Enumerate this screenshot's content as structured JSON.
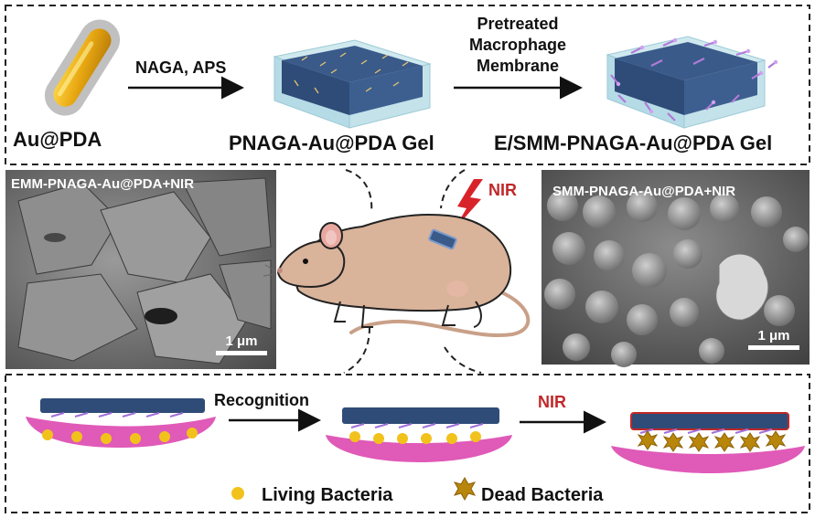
{
  "top_panel": {
    "au_pda_label": "Au@PDA",
    "step1_label": "NAGA, APS",
    "gel_label": "PNAGA-Au@PDA Gel",
    "step2_line1": "Pretreated",
    "step2_line2": "Macrophage",
    "step2_line3": "Membrane",
    "final_gel_label": "E/SMM-PNAGA-Au@PDA Gel"
  },
  "middle_panel": {
    "sem_left_label": "EMM-PNAGA-Au@PDA+NIR",
    "sem_left_scale": "1 μm",
    "nir_label": "NIR",
    "sem_right_label": "SMM-PNAGA-Au@PDA+NIR",
    "sem_right_scale": "1 μm"
  },
  "bottom_panel": {
    "recognition_label": "Recognition",
    "nir_label": "NIR",
    "legend_living": "Living Bacteria",
    "legend_dead": "Dead Bacteria"
  },
  "colors": {
    "gel_blue": "#3a5a8a",
    "au_gold": "#e8b21a",
    "bacteria_yellow": "#f2c21c",
    "membrane_pink": "#e05ab8",
    "nir_red": "#c0282a",
    "mouse_tan": "#d9b39a"
  }
}
